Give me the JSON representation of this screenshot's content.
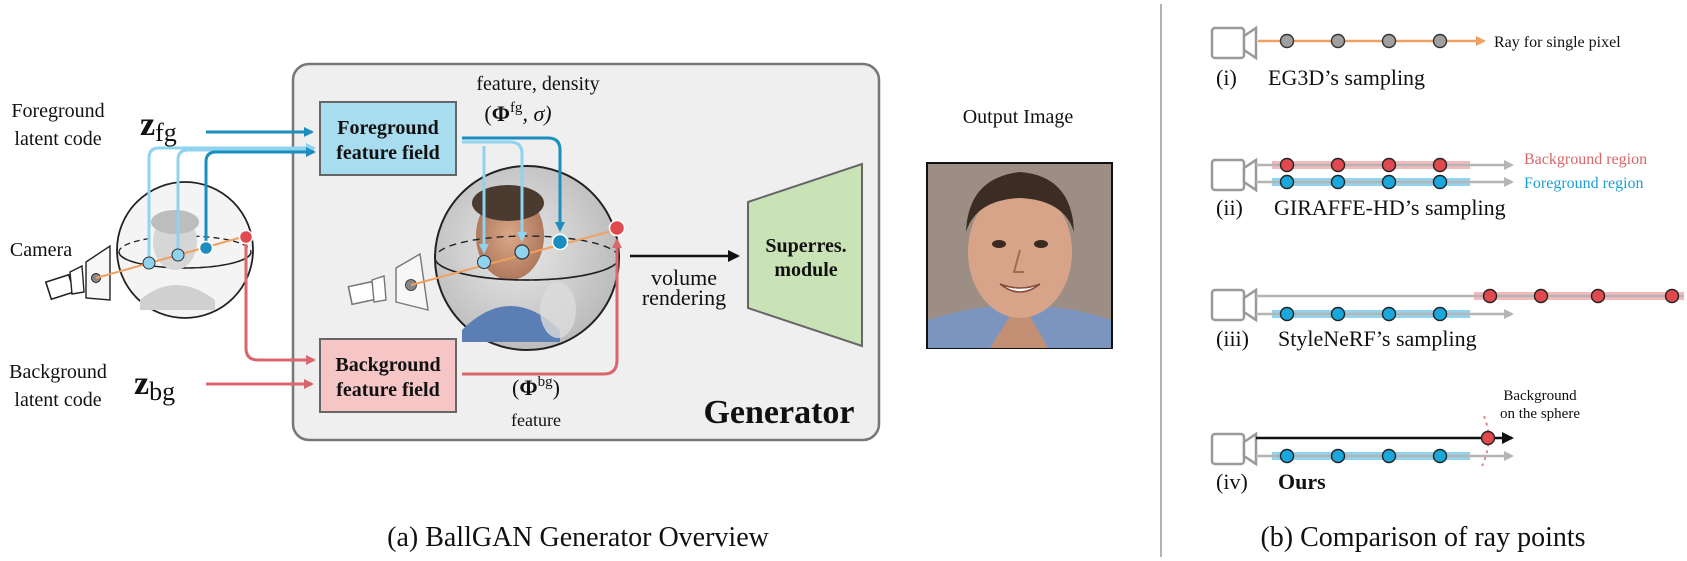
{
  "colors": {
    "fg_blue": "#1a8fbf",
    "fg_blue_light": "#8fd3ee",
    "bg_red": "#d9666a",
    "bg_red_light": "#f4b9bb",
    "fg_box": "#a8dcef",
    "bg_box": "#f6c6c7",
    "superres_box": "#c9e3b6",
    "generator_bg": "#efefef",
    "ray_orange": "#f0a060",
    "gray_dot": "#9b9b9b"
  },
  "panel_a": {
    "fg_label_line1": "Foreground",
    "fg_label_line2": "latent code",
    "z_fg": "z",
    "z_fg_sub": "fg",
    "camera_label": "Camera",
    "bg_label_line1": "Background",
    "bg_label_line2": "latent code",
    "z_bg": "z",
    "z_bg_sub": "bg",
    "fg_field_line1": "Foreground",
    "fg_field_line2": "feature field",
    "bg_field_line1": "Background",
    "bg_field_line2": "feature field",
    "feature_density_label": "feature, density",
    "phi_fg_open": "(",
    "phi_symbol": "Φ",
    "phi_fg_sup": "fg",
    "phi_fg_rest": ", σ)",
    "phi_bg_open": "(",
    "phi_bg_sup": "bg",
    "phi_bg_close": ")",
    "feature_label": "feature",
    "volume_line1": "volume",
    "volume_line2": "rendering",
    "superres_line1": "Superres.",
    "superres_line2": "module",
    "generator_label": "Generator",
    "output_label": "Output Image",
    "caption": "(a) BallGAN Generator Overview"
  },
  "panel_b": {
    "row1_roman": "(i)",
    "row1_label": "EG3D’s sampling",
    "row1_annot": "Ray for single pixel",
    "row2_roman": "(ii)",
    "row2_label": "GIRAFFE-HD’s sampling",
    "row2_annot_bg": "Background region",
    "row2_annot_fg": "Foreground region",
    "row3_roman": "(iii)",
    "row3_label": "StyleNeRF’s sampling",
    "row4_roman": "(iv)",
    "row4_label": "Ours",
    "row4_annot_line1": "Background",
    "row4_annot_line2": "on the sphere",
    "caption": "(b) Comparison of ray points"
  }
}
